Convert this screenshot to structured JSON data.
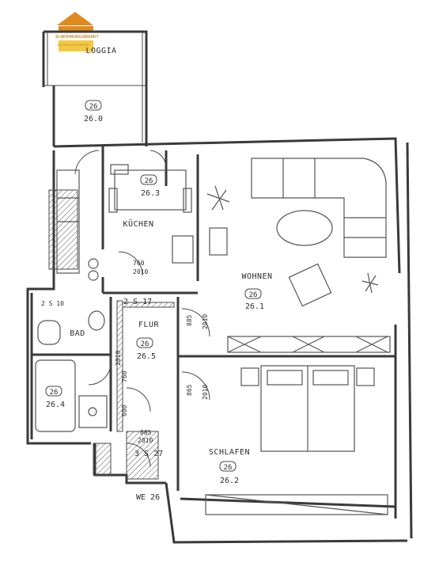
{
  "brand": {
    "name": "SI-WOHNUNGSMARKT",
    "tagline": "IHR MAKLER IN LEIPZIG",
    "color": "#e08a1e"
  },
  "rooms": [
    {
      "id": "loggia",
      "name": "LOGGIA",
      "code": "26",
      "number": "26.0"
    },
    {
      "id": "kuche",
      "name": "KÜCHEN",
      "code": "26",
      "number": "26.3"
    },
    {
      "id": "wohnen",
      "name": "WOHNEN",
      "code": "26",
      "number": "26.1"
    },
    {
      "id": "bad",
      "name": "BAD",
      "code": "26",
      "number": "26.4"
    },
    {
      "id": "flur",
      "name": "FLUR",
      "code": "26",
      "number": "26.5"
    },
    {
      "id": "schlafen",
      "name": "SCHLAFEN",
      "code": "26",
      "number": "26.2"
    }
  ],
  "doors": [
    {
      "w": "760",
      "h": "2010"
    },
    {
      "w": "885",
      "h": "2010"
    },
    {
      "w": "760",
      "h": "2010"
    },
    {
      "w": "865",
      "h": "2010"
    },
    {
      "w": "885",
      "h": "2010"
    }
  ],
  "stairs": [
    "2 S 17",
    "3 S 27"
  ],
  "misc": {
    "bad_door": "2 S 10",
    "bad_width": "600",
    "unit_label": "WE 26"
  }
}
